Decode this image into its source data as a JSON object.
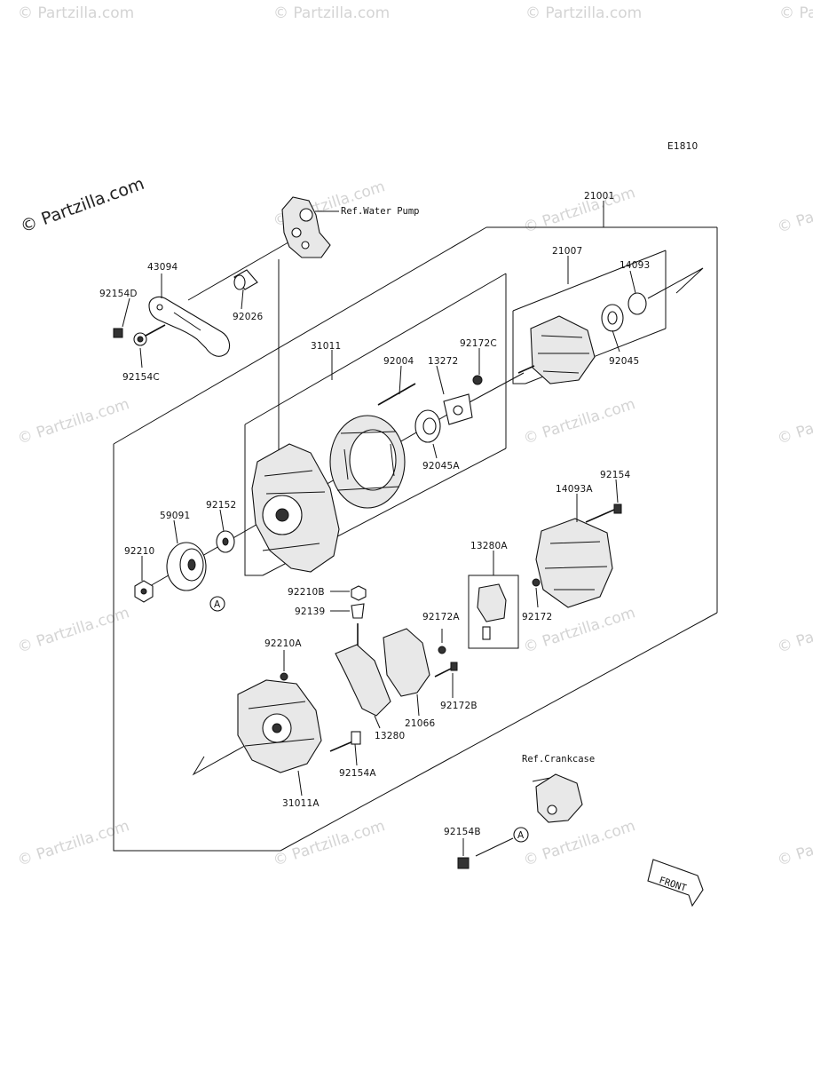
{
  "diagram": {
    "code": "E1810",
    "watermark": "© Partzilla.com",
    "refs": {
      "water_pump": "Ref.Water Pump",
      "crankcase": "Ref.Crankcase",
      "front": "FRONT",
      "marker_a": "A"
    },
    "parts": {
      "p21001": "21001",
      "p21007": "21007",
      "p14093": "14093",
      "p92045": "92045",
      "p43094": "43094",
      "p92154D": "92154D",
      "p92026": "92026",
      "p92154C": "92154C",
      "p31011": "31011",
      "p92004": "92004",
      "p13272": "13272",
      "p92172C": "92172C",
      "p92045A": "92045A",
      "p92152": "92152",
      "p59091": "59091",
      "p92210": "92210",
      "p92154": "92154",
      "p14093A": "14093A",
      "p13280A": "13280A",
      "p92172": "92172",
      "p92210B": "92210B",
      "p92139": "92139",
      "p92172A": "92172A",
      "p92210A": "92210A",
      "p92172B": "92172B",
      "p21066": "21066",
      "p13280": "13280",
      "p92154A": "92154A",
      "p31011A": "31011A",
      "p92154B": "92154B"
    }
  }
}
